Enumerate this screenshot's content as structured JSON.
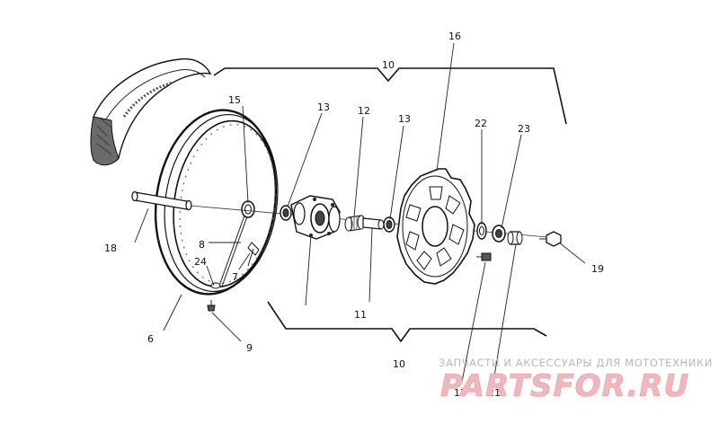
{
  "callouts": {
    "c6": "6",
    "c7": "7",
    "c8": "8",
    "c9": "9",
    "c10_top": "10",
    "c10_bottom": "10",
    "c11": "11",
    "c12": "12",
    "c13_left": "13",
    "c13_right": "13",
    "c15": "15",
    "c16": "16",
    "c17": "17",
    "c18": "18",
    "c19": "19",
    "c21": "21",
    "c22": "22",
    "c23": "23",
    "c24": "24"
  },
  "watermark": {
    "tagline": "ЗАПЧАСТИ И АКСЕССУАРЫ ДЛЯ МОТОТЕХНИКИ",
    "logo": "PARTSFOR.RU"
  }
}
